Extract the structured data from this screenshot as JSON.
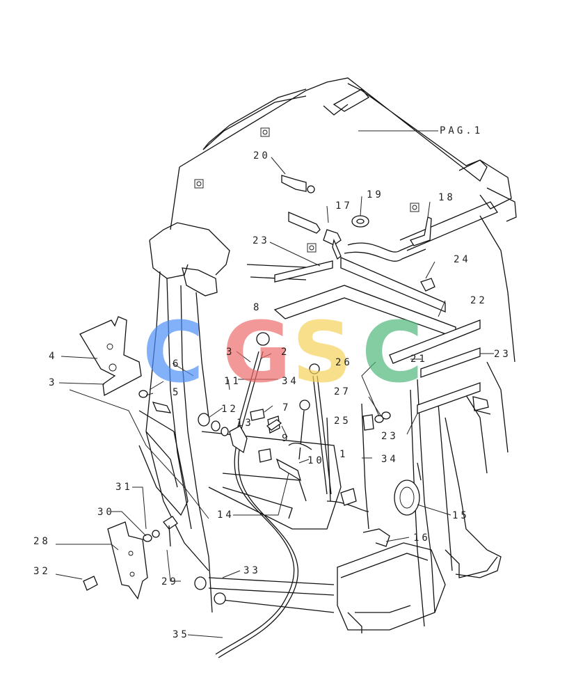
{
  "page_ref": "PAG.1",
  "watermark": {
    "letters": [
      "C",
      "G",
      "S",
      "C"
    ],
    "colors": [
      "#4c8df6",
      "#ee6b6b",
      "#f5d259",
      "#4fb77a"
    ]
  },
  "callouts": {
    "c1": "1",
    "c2": "2",
    "c3": "3",
    "c3b": "3",
    "c4": "4",
    "c5": "5",
    "c6": "6",
    "c7": "7",
    "c8": "8",
    "c9": "9",
    "c10": "10",
    "c11": "11",
    "c12": "12",
    "c13": "13",
    "c14": "14",
    "c15": "15",
    "c16": "16",
    "c17": "17",
    "c18": "18",
    "c19": "19",
    "c20": "20",
    "c21": "21",
    "c22": "22",
    "c23a": "23",
    "c23b": "23",
    "c23c": "23",
    "c24": "24",
    "c25": "25",
    "c26": "26",
    "c27": "27",
    "c28": "28",
    "c29": "29",
    "c30": "30",
    "c31": "31",
    "c32": "32",
    "c33": "33",
    "c34a": "34",
    "c34b": "34",
    "c35": "35"
  }
}
